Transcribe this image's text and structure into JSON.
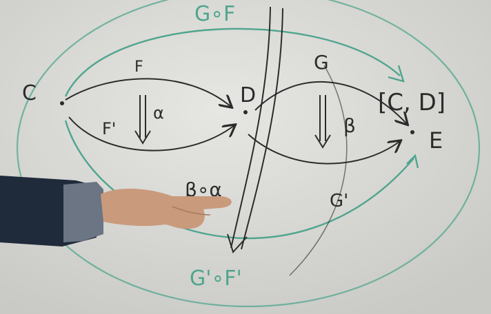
{
  "board": {
    "objects": {
      "c": "C",
      "d": "D",
      "e": "E"
    },
    "functors": {
      "f": "F",
      "f_prime": "F'",
      "g": "G",
      "g_prime": "G'"
    },
    "nat_transformations": {
      "alpha": "α",
      "beta": "β"
    },
    "composites": {
      "top": "G∘F",
      "bottom": "G'∘F'",
      "middle": "β∘α"
    },
    "functor_category": "[C, D]",
    "colors": {
      "board": "#dcdcd9",
      "marker_black": "#2b2b2b",
      "marker_green": "#4fa58f",
      "sleeve": "#1f2a3a",
      "cuff": "#6b7584",
      "skin": "#c99a7c"
    }
  }
}
